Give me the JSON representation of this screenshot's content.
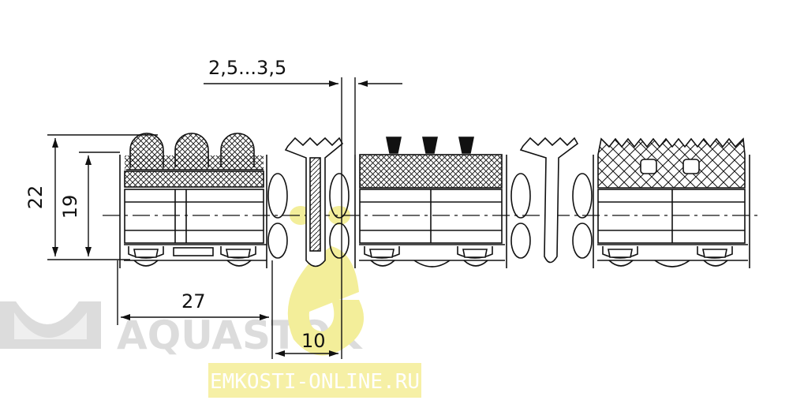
{
  "dimensions": {
    "gap_range": "2,5...3,5",
    "height_total": "22",
    "height_inner": "19",
    "module_width": "27",
    "link_width": "10"
  },
  "watermark": {
    "brand": "AQUASTOK",
    "website": "EMKOSTI-ONLINE.RU"
  },
  "colors": {
    "line": "#111111",
    "watermark_gray": "#dcdcdc",
    "watermark_yellow": "#f3ee9a",
    "banner_yellow": "#f6f0a6"
  }
}
